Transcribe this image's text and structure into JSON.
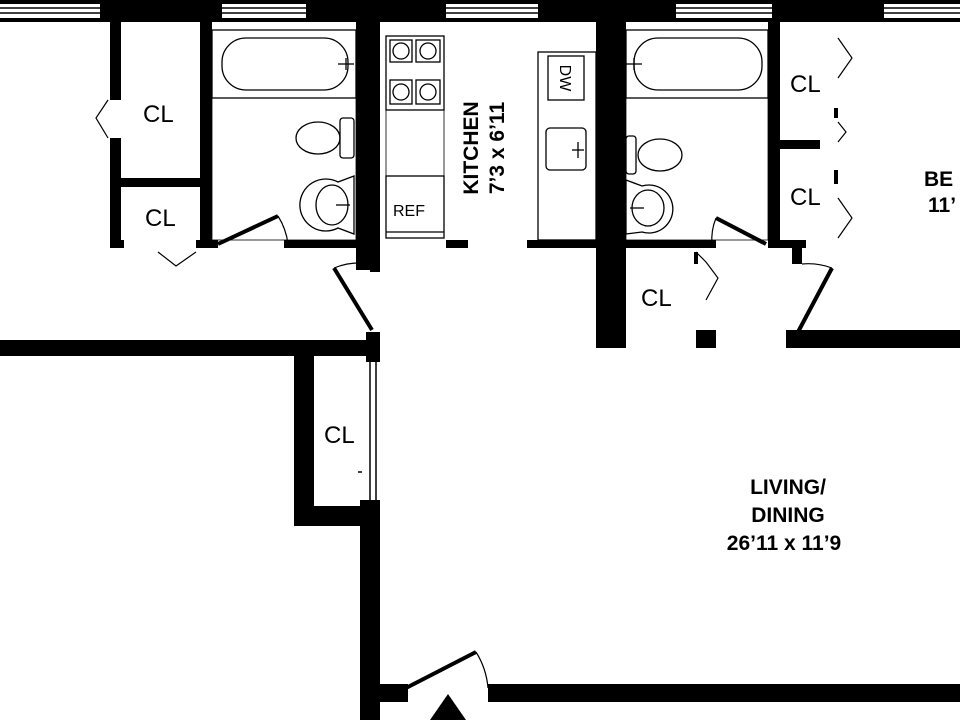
{
  "plan": {
    "rooms": [
      {
        "id": "kitchen",
        "name": "KITCHEN",
        "dims": "7’3 x 6’11"
      },
      {
        "id": "living",
        "name_line1": "LIVING/",
        "name_line2": "DINING",
        "dims": "26’11 x 11’9"
      },
      {
        "id": "bedroom-partial",
        "name": "BE",
        "dims": "11’"
      }
    ],
    "closets": [
      "CL",
      "CL",
      "CL",
      "CL",
      "CL",
      "CL"
    ],
    "fixtures": {
      "refrigerator": "REF",
      "dishwasher": "DW"
    }
  }
}
